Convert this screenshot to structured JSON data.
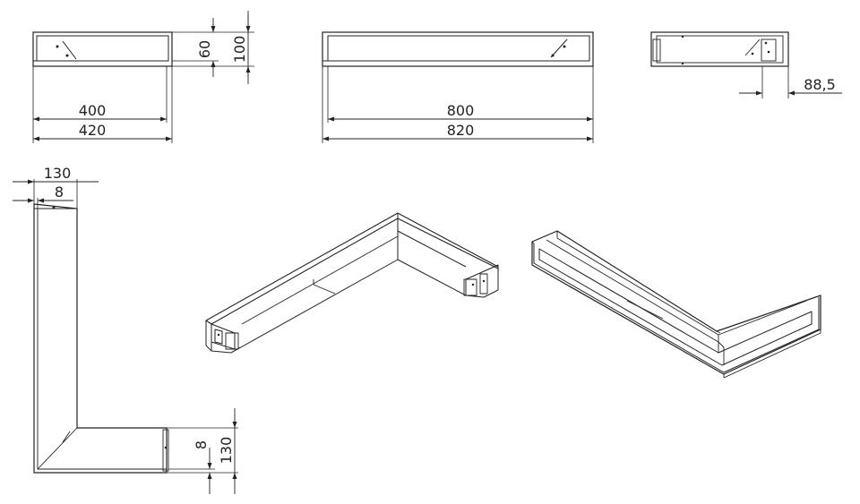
{
  "drawing": {
    "front_view_left": {
      "width_inner": "400",
      "width_outer": "420",
      "height_inner": "60",
      "height_outer": "100"
    },
    "front_view_right": {
      "width_inner": "800",
      "width_outer": "820"
    },
    "side_view": {
      "depth": "88,5"
    },
    "top_view": {
      "frame_outer": "130",
      "frame_inner": "8",
      "frame_outer_bottom": "130",
      "frame_inner_bottom": "8"
    }
  }
}
